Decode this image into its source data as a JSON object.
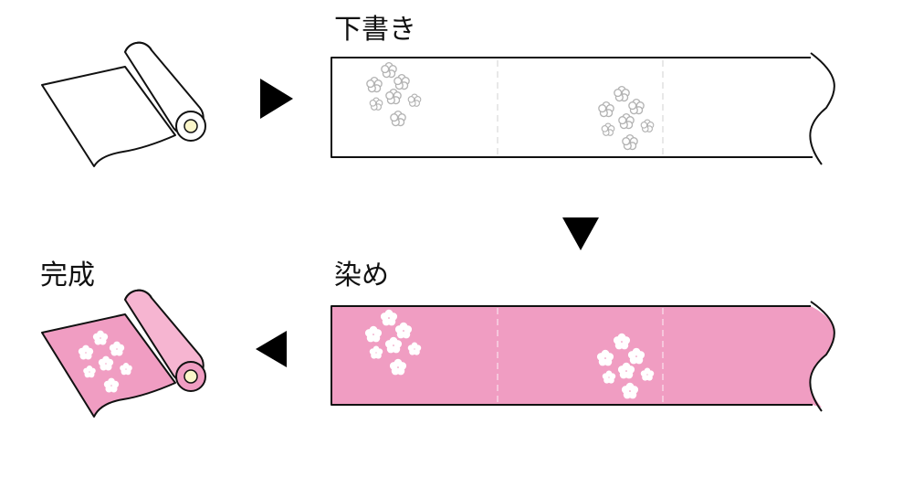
{
  "labels": {
    "sketch": "下書き",
    "dye": "染め",
    "finished": "完成"
  },
  "colors": {
    "outline": "#111111",
    "fabric_white": "#ffffff",
    "fabric_pink": "#f09dc2",
    "fabric_pink_light": "#f6b5d1",
    "sketch_flower": "#b3b3b3",
    "core_cream": "#fbf6c9",
    "panel_divider": "#e0e0e0"
  }
}
